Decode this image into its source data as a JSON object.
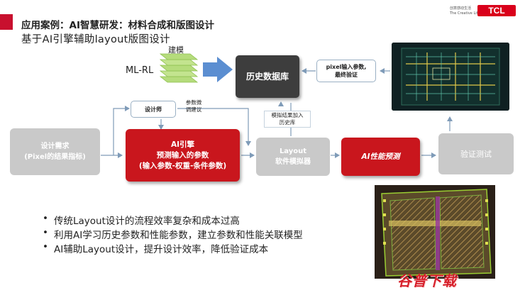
{
  "header": {
    "title": "应用案例：AI智慧研发：材料合成和版图设计",
    "subtitle": "基于AI引擎辅助layout版图设计",
    "brand_slogan_1": "创意感动生活",
    "brand_slogan_2": "The Creative Life",
    "brand_logo": "TCL"
  },
  "diagram": {
    "ml_rl": "ML-RL",
    "model_label": "建模",
    "history_db": "历史数据库",
    "pixel_box_line1": "pixel输入参数,",
    "pixel_box_line2": "最终验证",
    "designer": "设计师",
    "param_tweak_line1": "参数微",
    "param_tweak_line2": "调建议",
    "sim_result_line1": "模拟结果加入",
    "sim_result_line2": "历史库",
    "design_req_line1": "设计需求",
    "design_req_line2": "(Pixel的结果指标)",
    "ai_engine_line1": "AI引擎",
    "ai_engine_line2": "预测输入的参数",
    "ai_engine_line3": "(输入参数-权重-条件参数)",
    "layout_sim_line1": "Layout",
    "layout_sim_line2": "软件模拟器",
    "ai_perf": "AI性能预测",
    "verify_test": "验证测试"
  },
  "bullets": [
    "传统Layout设计的流程效率复杂和成本过高",
    "利用AI学习历史参数和性能参数，建立参数和性能关联模型",
    "AI辅助Layout设计，提升设计效率，降低验证成本"
  ],
  "bullet_symbol": "•",
  "watermark": "谷普下载",
  "colors": {
    "accent_red": "#c9161d",
    "gray_box": "#c9c9c9",
    "dark_box": "#3d3d3d",
    "arrow_blue": "#5b8ed1",
    "connector": "#7f9bb8"
  }
}
